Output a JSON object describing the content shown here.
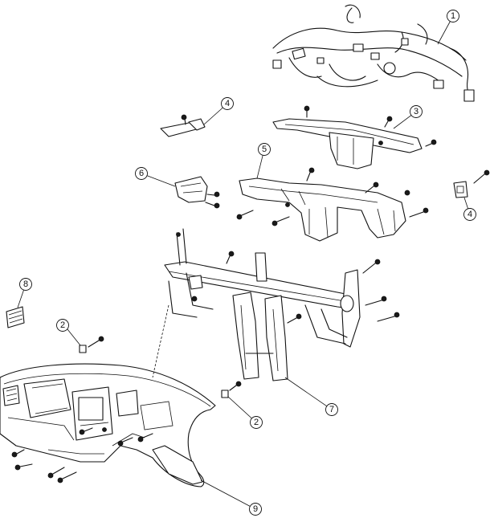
{
  "callouts": [
    {
      "id": "c1",
      "label": "1",
      "part": "wiring-harness"
    },
    {
      "id": "c2a",
      "label": "2",
      "part": "clip"
    },
    {
      "id": "c2b",
      "label": "2",
      "part": "clip"
    },
    {
      "id": "c3",
      "label": "3",
      "part": "defroster-duct"
    },
    {
      "id": "c4a",
      "label": "4",
      "part": "bracket"
    },
    {
      "id": "c4b",
      "label": "4",
      "part": "bracket"
    },
    {
      "id": "c5",
      "label": "5",
      "part": "air-duct"
    },
    {
      "id": "c6",
      "label": "6",
      "part": "side-duct"
    },
    {
      "id": "c7",
      "label": "7",
      "part": "cross-member"
    },
    {
      "id": "c8",
      "label": "8",
      "part": "vent-grille"
    },
    {
      "id": "c9",
      "label": "9",
      "part": "dashboard-panel"
    }
  ]
}
